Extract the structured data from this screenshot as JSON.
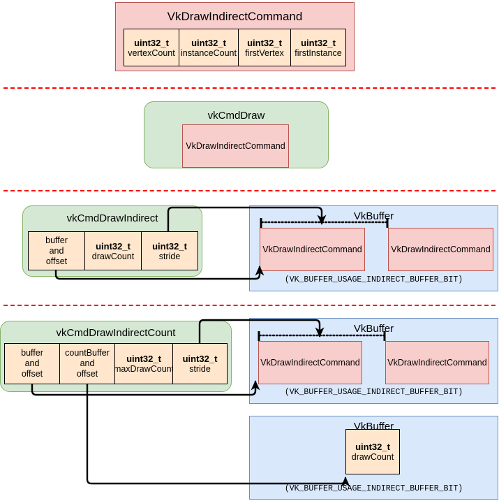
{
  "diagram": {
    "title": "Vulkan indirect draw command diagram",
    "colors": {
      "struct_fill": "#f8cecc",
      "struct_stroke": "#b85450",
      "field_fill": "#ffe6cc",
      "field_stroke": "#000000",
      "command_fill": "#d5e8d4",
      "command_stroke": "#82b366",
      "buffer_fill": "#dae8fc",
      "buffer_stroke": "#6c8ebf",
      "divider": "#ff0000",
      "arrow": "#000000"
    }
  },
  "section1": {
    "struct_title": "VkDrawIndirectCommand",
    "fields": [
      {
        "type": "uint32_t",
        "name": "vertexCount"
      },
      {
        "type": "uint32_t",
        "name": "instanceCount"
      },
      {
        "type": "uint32_t",
        "name": "firstVertex"
      },
      {
        "type": "uint32_t",
        "name": "firstInstance"
      }
    ]
  },
  "section2": {
    "command_title": "vkCmdDraw",
    "inline_struct": "VkDrawIndirectCommand"
  },
  "section3": {
    "command_title": "vkCmdDrawIndirect",
    "params": [
      {
        "lines": [
          "buffer",
          "and",
          "offset"
        ]
      },
      {
        "type": "uint32_t",
        "name": "drawCount"
      },
      {
        "type": "uint32_t",
        "name": "stride"
      }
    ],
    "buffer": {
      "title": "VkBuffer",
      "usage": "(VK_BUFFER_USAGE_INDIRECT_BUFFER_BIT)",
      "entries": [
        "VkDrawIndirectCommand",
        "VkDrawIndirectCommand"
      ]
    }
  },
  "section4": {
    "command_title": "vkCmdDrawIndirectCount",
    "params": [
      {
        "lines": [
          "buffer",
          "and",
          "offset"
        ]
      },
      {
        "lines": [
          "countBuffer",
          "and",
          "offset"
        ]
      },
      {
        "type": "uint32_t",
        "name": "maxDrawCount"
      },
      {
        "type": "uint32_t",
        "name": "stride"
      }
    ],
    "buffer": {
      "title": "VkBuffer",
      "usage": "(VK_BUFFER_USAGE_INDIRECT_BUFFER_BIT)",
      "entries": [
        "VkDrawIndirectCommand",
        "VkDrawIndirectCommand"
      ]
    },
    "count_buffer": {
      "title": "VkBuffer",
      "usage": "(VK_BUFFER_USAGE_INDIRECT_BUFFER_BIT)",
      "field": {
        "type": "uint32_t",
        "name": "drawCount"
      }
    }
  }
}
